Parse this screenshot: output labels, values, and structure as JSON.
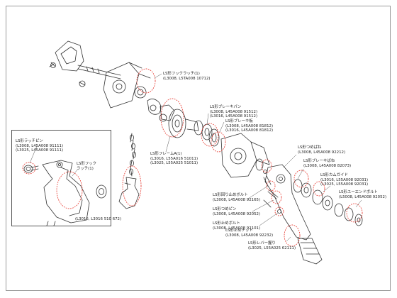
{
  "callouts": [
    {
      "id": "hook-latch-1",
      "title": "LS形フックラッチ(1)",
      "codes": [
        "(L3008, L5TA008 10712)"
      ]
    },
    {
      "id": "brake-pad",
      "title": "LS形ブレーキパン",
      "codes": [
        "(L3008, L45A008 91512)",
        "(L3016, L45A008 91512)"
      ]
    },
    {
      "id": "brake-disc",
      "title": "LS形ブレーキ板",
      "codes": [
        "(L3008, L45A008 81812)",
        "(L3016, L45A008 81812)"
      ]
    },
    {
      "id": "frame",
      "title": "LS形フレームA(1)",
      "codes": [
        "(L3016, L55A016 51011)",
        "(L3025, L55A025 51011)"
      ]
    },
    {
      "id": "lever-spring",
      "title": "LS形つめばね",
      "codes": [
        "(L3008, L45A008 92212)"
      ]
    },
    {
      "id": "brake-spring",
      "title": "LS形ブレーキばね",
      "codes": [
        "(L3008, L45A008 82073)"
      ]
    },
    {
      "id": "cam-guide",
      "title": "LS形カムガイド",
      "codes": [
        "(L3016, L55A008 92031)",
        "(L3025, L55A008 92031)"
      ]
    },
    {
      "id": "rotate-stop",
      "title": "LS形回り止めボルト",
      "codes": [
        "(L3008, L45A008 92165)"
      ]
    },
    {
      "id": "pawl-lock",
      "title": "LS形つめピン",
      "codes": [
        "(L3008, L45A008 92052)"
      ]
    },
    {
      "id": "cover-bolt",
      "title": "LS形止めボルト",
      "codes": [
        "(L3008, L45A008 92101)"
      ]
    },
    {
      "id": "nut-b",
      "title": "LS形止めナット",
      "codes": [
        "(L3008, L45A008 92232)"
      ]
    },
    {
      "id": "lever-grip",
      "title": "LS形レバー握り",
      "codes": [
        "(L3025, L55A025 62111)"
      ]
    },
    {
      "id": "gear-cover",
      "title": "LS形ユーエンドボルト",
      "codes": [
        "(L5008, L45A008 92052)"
      ]
    }
  ],
  "inset": {
    "latch_kit": {
      "title": "LS形ラッチピン",
      "codes": [
        "(L3008, L45A008 91111)",
        "(L3025, L45A008 91111)"
      ]
    },
    "hook_label": {
      "title": "LS形フック",
      "sub": "ラッチ(1)"
    },
    "hook_code": "(L3016, L3016 510 672)"
  }
}
